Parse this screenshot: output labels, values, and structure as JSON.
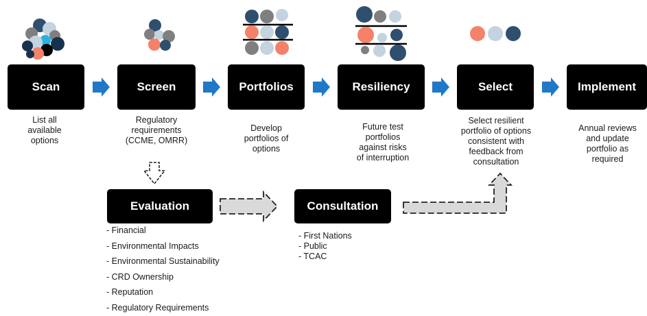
{
  "steps": [
    {
      "id": "scan",
      "title": "Scan",
      "description": "List all\navailable\noptions"
    },
    {
      "id": "screen",
      "title": "Screen",
      "description": "Regulatory\nrequirements\n(CCME, OMRR)"
    },
    {
      "id": "portfolios",
      "title": "Portfolios",
      "description": "Develop\nportfolios of\noptions"
    },
    {
      "id": "resiliency",
      "title": "Resiliency",
      "description": "Future test\nportfolios\nagainst risks\nof interruption"
    },
    {
      "id": "select",
      "title": "Select",
      "description": "Select resilient\nportfolio of options\nconsistent with\nfeedback from\nconsultation"
    },
    {
      "id": "implement",
      "title": "Implement",
      "description": "Annual reviews\nand update\nportfolio as\nrequired"
    }
  ],
  "evaluation": {
    "title": "Evaluation",
    "items": [
      "- Financial",
      "- Environmental Impacts",
      "- Environmental Sustainability",
      "- CRD Ownership",
      "- Reputation",
      "- Regulatory Requirements"
    ]
  },
  "consultation": {
    "title": "Consultation",
    "items": [
      "- First Nations",
      "- Public",
      "- TCAC"
    ]
  },
  "colors": {
    "box": "#000000",
    "box_text": "#ffffff",
    "flow_arrow": "#1f78c8",
    "outline_arrow_fill": "#d9d9d9",
    "navy": "#2f4f6f",
    "gray": "#7f7f7f",
    "light_blue": "#c3d3df",
    "salmon": "#f4826a",
    "cyan": "#26b3e3",
    "dark_navy": "#17324f"
  }
}
